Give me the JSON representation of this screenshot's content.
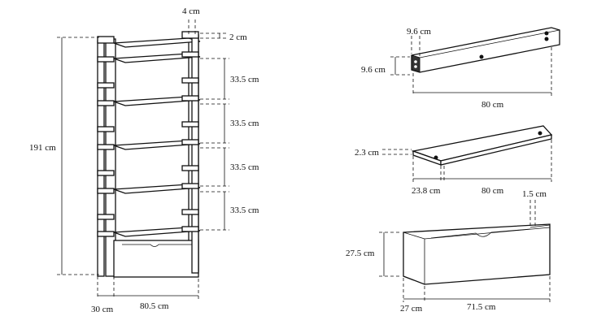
{
  "bookcase": {
    "height": "191 cm",
    "depth": "30 cm",
    "width": "80.5 cm",
    "post_width": "4 cm",
    "top_offset": "2 cm",
    "shelf_spacing": [
      "33.5 cm",
      "33.5 cm",
      "33.5 cm",
      "33.5 cm"
    ]
  },
  "rail": {
    "width": "9.6 cm",
    "height": "9.6 cm",
    "length": "80 cm"
  },
  "shelf": {
    "thickness": "2.3 cm",
    "depth": "23.8 cm",
    "length": "80 cm"
  },
  "drawer": {
    "height": "27.5 cm",
    "depth": "27 cm",
    "width": "71.5 cm",
    "thickness": "1.5 cm"
  }
}
